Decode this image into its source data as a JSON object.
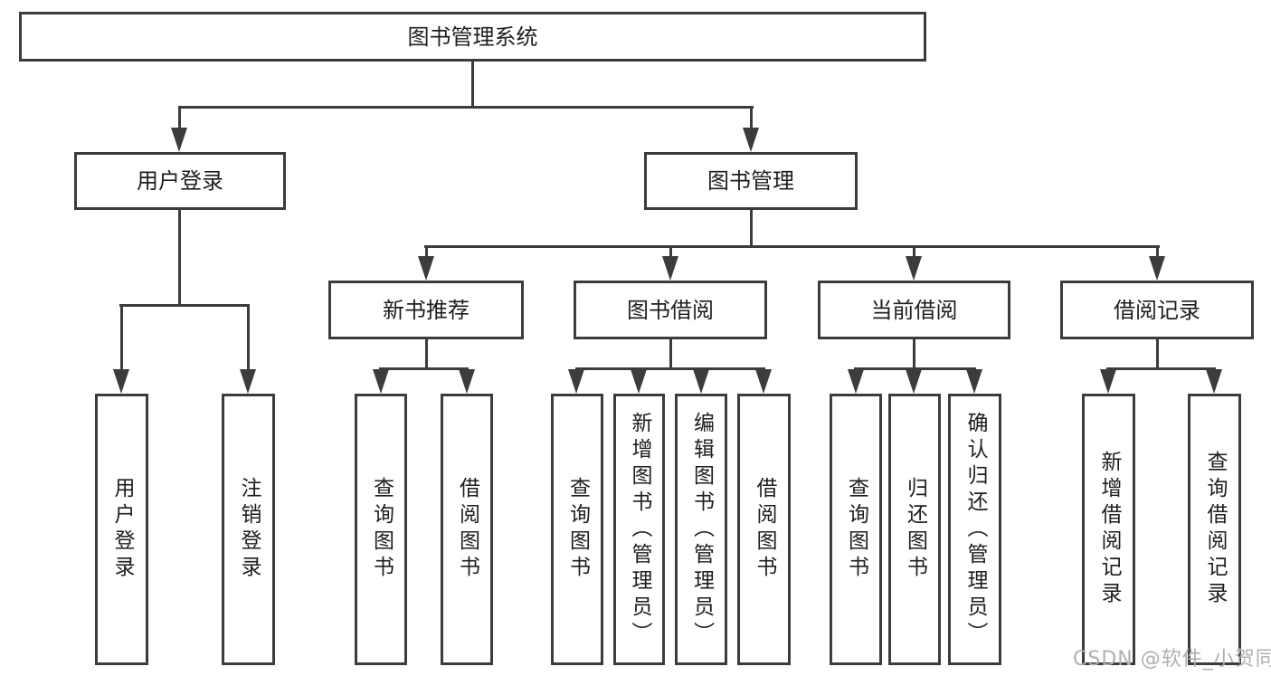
{
  "diagram": {
    "root": {
      "label": "图书管理系统"
    },
    "level2": {
      "user_login": {
        "label": "用户登录"
      },
      "book_mgmt": {
        "label": "图书管理"
      }
    },
    "level3": {
      "new_book_rec": {
        "label": "新书推荐"
      },
      "book_borrow": {
        "label": "图书借阅"
      },
      "current_borrow": {
        "label": "当前借阅"
      },
      "borrow_records": {
        "label": "借阅记录"
      }
    },
    "leaves": {
      "user_login": {
        "label": "用户登录"
      },
      "logout": {
        "label": "注销登录"
      },
      "rec_query_books": {
        "label": "查询图书"
      },
      "rec_borrow_books": {
        "label": "借阅图书"
      },
      "bb_query_books": {
        "label": "查询图书"
      },
      "bb_add_books": {
        "label": "新增图书（管理员）"
      },
      "bb_edit_books": {
        "label": "编辑图书（管理员）"
      },
      "bb_borrow_books": {
        "label": "借阅图书"
      },
      "cb_query_books": {
        "label": "查询图书"
      },
      "cb_return_books": {
        "label": "归还图书"
      },
      "cb_confirm_return": {
        "label": "确认归还（管理员）"
      },
      "br_add_record": {
        "label": "新增借阅记录"
      },
      "br_query_record": {
        "label": "查询借阅记录"
      }
    }
  },
  "watermark": {
    "label": "CSDN @软件_小贺同学"
  },
  "colors": {
    "line": "#3c3c3c",
    "text": "#1e1e1e",
    "background": "#ffffff",
    "watermark": "#b0b0b0"
  }
}
